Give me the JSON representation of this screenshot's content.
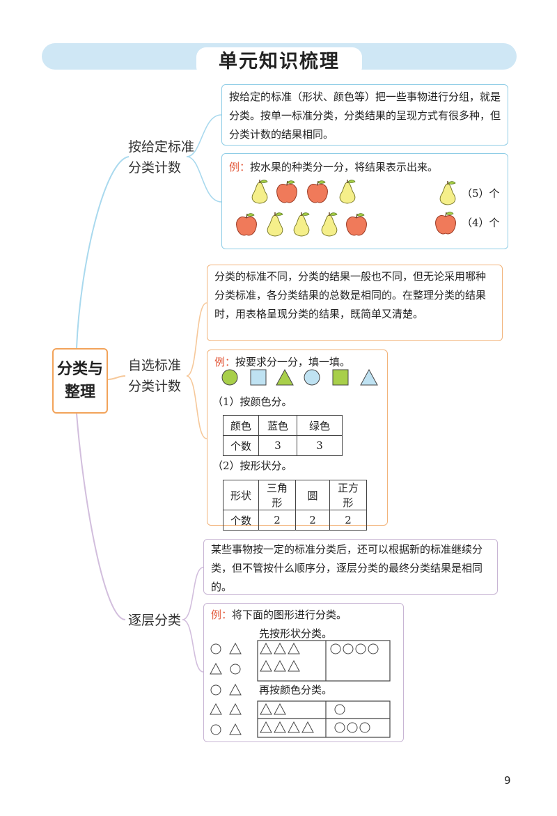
{
  "title": "单元知识梳理",
  "root": {
    "line1": "分类与",
    "line2": "整理"
  },
  "branch1": {
    "label1": "按给定标准",
    "label2": "分类计数",
    "desc": "按给定的标准（形状、颜色等）把一些事物进行分组，就是分类。按单一标准分类，分类结果的呈现方式有很多种，但分类计数的结果相同。",
    "example_prefix": "例：",
    "example_text": "按水果的种类分一分，将结果表示出来。",
    "pear_count": "（5）个",
    "apple_count": "（4）个"
  },
  "branch2": {
    "label1": "自选标准",
    "label2": "分类计数",
    "desc": "分类的标准不同，分类的结果一般也不同，但无论采用哪种分类标准，各分类结果的总数是相同的。在整理分类的结果时，用表格呈现分类的结果，既简单又清楚。",
    "example_prefix": "例：",
    "example_text": "按要求分一分，填一填。",
    "part1": "（1）按颜色分。",
    "table1": {
      "headers": [
        "颜色",
        "蓝色",
        "绿色"
      ],
      "row": [
        "个数",
        "3",
        "3"
      ]
    },
    "part2": "（2）按形状分。",
    "table2": {
      "headers": [
        "形状",
        "三角形",
        "圆",
        "正方形"
      ],
      "row": [
        "个数",
        "2",
        "2",
        "2"
      ]
    }
  },
  "branch3": {
    "label": "逐层分类",
    "desc": "某些事物按一定的标准分类后，还可以根据新的标准继续分类，但不管按什么顺序分，逐层分类的最终分类结果是相同的。",
    "example_prefix": "例：",
    "example_text": "将下面的图形进行分类。",
    "step1": "先按形状分类。",
    "step2": "再按颜色分类。"
  },
  "page_number": "9",
  "colors": {
    "fruit_green": "#a6cf45",
    "shape_green": "#a8cf4a",
    "shape_blue": "#bfe2f2",
    "accent_red": "#e25a3c"
  }
}
